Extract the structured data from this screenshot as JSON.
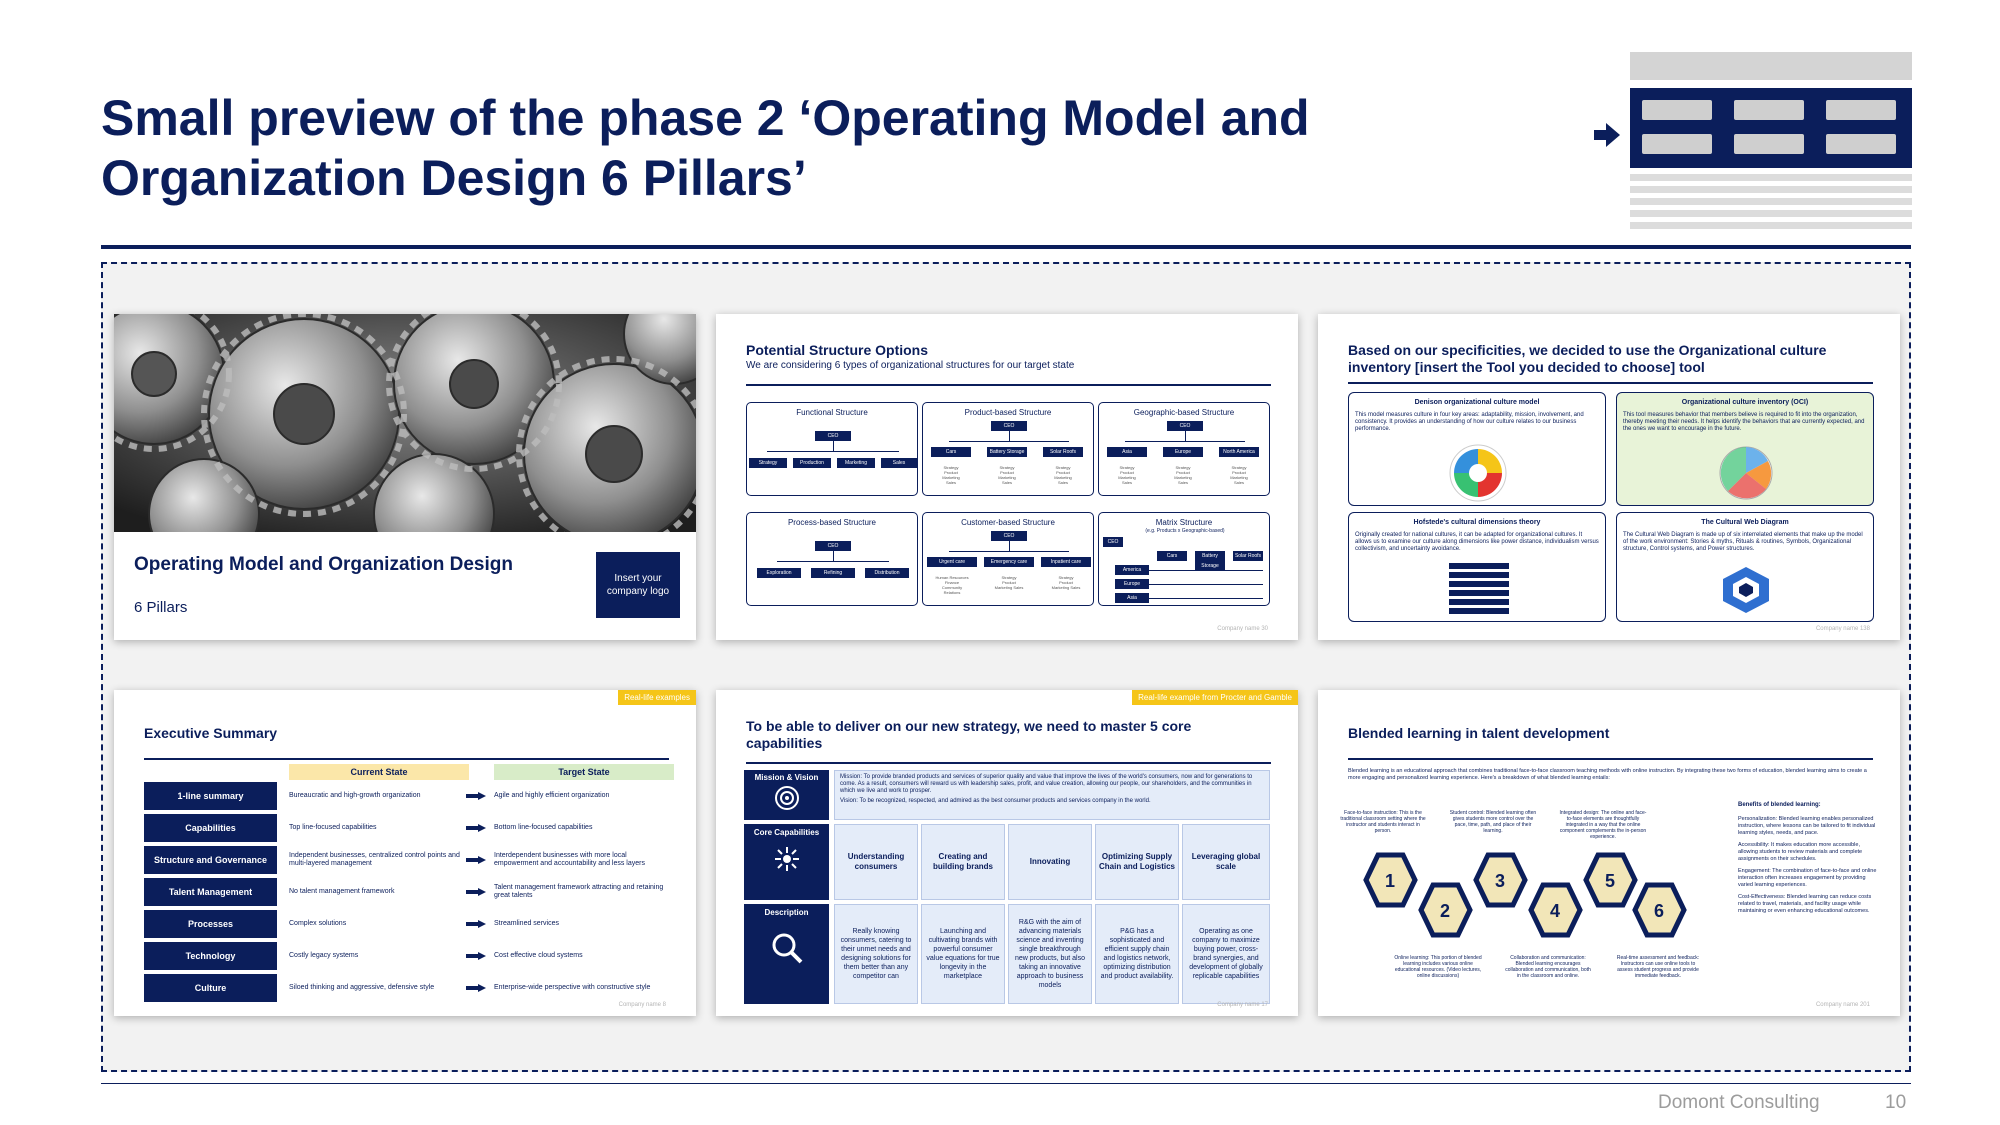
{
  "title": "Small preview of the phase 2 ‘Operating Model and Organization Design 6 Pillars’",
  "footer": {
    "company": "Domont Consulting",
    "page": "10"
  },
  "slides": {
    "s1": {
      "title": "Operating Model and Organization Design",
      "subtitle": "6 Pillars",
      "logo": "Insert your company logo"
    },
    "s2": {
      "title": "Potential Structure Options",
      "subtitle": "We are considering 6 types of organizational structures for our target state",
      "boxes": [
        "Functional Structure",
        "Product-based Structure",
        "Geographic-based Structure",
        "Process-based Structure",
        "Customer-based Structure",
        "Matrix Structure"
      ],
      "matrix_note": "(e.g. Products x Geographic-based)",
      "ceo": "CEO",
      "functional": [
        "Strategy",
        "Production",
        "Marketing",
        "Sales"
      ],
      "product": [
        "Cars",
        "Battery Storage",
        "Solar Roofs"
      ],
      "geo": [
        "Asia",
        "Europe",
        "North America"
      ],
      "process": [
        "Exploration",
        "Refining",
        "Distribution"
      ],
      "customer": [
        "Urgent care",
        "Emergency care",
        "Inpatient care"
      ],
      "matrix_cols": [
        "Cars",
        "Battery Storage",
        "Solar Roofs"
      ],
      "matrix_rows": [
        "America",
        "Europe",
        "Asia"
      ],
      "footer": "Company name    30"
    },
    "s3": {
      "title": "Based on our specificities, we decided to use the Organizational culture inventory [insert the Tool you decided to choose] tool",
      "boxes": [
        {
          "h": "Denison organizational culture model",
          "p": "This model measures culture in four key areas: adaptability, mission, involvement, and consistency. It provides an understanding of how our culture relates to our business performance."
        },
        {
          "h": "Organizational culture inventory (OCI)",
          "p": "This tool measures behavior that members believe is required to fit into the organization, thereby meeting their needs. It helps identify the behaviors that are currently expected, and the ones we want to encourage in the future."
        },
        {
          "h": "Hofstede's cultural dimensions theory",
          "p": "Originally created for national cultures, it can be adapted for organizational cultures. It allows us to examine our culture along dimensions like power distance, individualism versus collectivism, and uncertainty avoidance."
        },
        {
          "h": "The Cultural Web Diagram",
          "p": "The Cultural Web Diagram is made up of six interrelated elements that make up the model of the work environment: Stories & myths, Rituals & routines, Symbols, Organizational structure, Control systems, and Power structures."
        }
      ],
      "footer": "Company name    138"
    },
    "s4": {
      "tag": "Real-life examples",
      "title": "Executive Summary",
      "h_current": "Current State",
      "h_target": "Target State",
      "rows": [
        {
          "label": "1-line summary",
          "current": "Bureaucratic and high-growth organization",
          "target": "Agile and highly efficient organization"
        },
        {
          "label": "Capabilities",
          "current": "Top line-focused capabilities",
          "target": "Bottom line-focused capabilities"
        },
        {
          "label": "Structure and Governance",
          "current": "Independent businesses, centralized control points and multi-layered management",
          "target": "Interdependent businesses with more local empowerment and accountability and less layers"
        },
        {
          "label": "Talent Management",
          "current": "No talent management framework",
          "target": "Talent management framework attracting and retaining great talents"
        },
        {
          "label": "Processes",
          "current": "Complex solutions",
          "target": "Streamlined services"
        },
        {
          "label": "Technology",
          "current": "Costly legacy systems",
          "target": "Cost effective cloud systems"
        },
        {
          "label": "Culture",
          "current": "Siloed thinking and aggressive, defensive style",
          "target": "Enterprise-wide perspective with constructive style"
        }
      ],
      "footer": "Company name    8"
    },
    "s5": {
      "tag": "Real-life example from Procter and Gamble",
      "title": "To be able to deliver on our new strategy, we need to master 5 core capabilities",
      "lbl_mission": "Mission & Vision",
      "lbl_core": "Core Capabilities",
      "lbl_desc": "Description",
      "mission": "Mission: To provide branded products and services of superior quality and value that improve the lives of the world's consumers, now and for generations to come. As a result, consumers will reward us with leadership sales, profit, and value creation, allowing our people, our shareholders, and the communities in which we live and work to prosper.",
      "vision": "Vision: To be recognized, respected, and admired as the best consumer products and services company in the world.",
      "caps": [
        "Understanding consumers",
        "Creating and building brands",
        "Innovating",
        "Optimizing Supply Chain and Logistics",
        "Leveraging global scale"
      ],
      "descs": [
        "Really knowing consumers, catering to their unmet needs and designing solutions for them better than any competitor can",
        "Launching and cultivating brands with powerful consumer value equations for true longevity in the marketplace",
        "R&G with the aim of advancing materials science and inventing single breakthrough new products, but also taking an innovative approach to business models",
        "P&G has a sophisticated and efficient supply chain and logistics network, optimizing distribution and product availability.",
        "Operating as one company to maximize buying power, cross-brand synergies, and development of globally replicable capabilities"
      ],
      "footer": "Company name    17"
    },
    "s6": {
      "title": "Blended learning in talent development",
      "intro": "Blended learning is an educational approach that combines traditional face-to-face classroom teaching methods with online instruction. By integrating these two forms of education, blended learning aims to create a more engaging and personalized learning experience. Here's a breakdown of what blended learning entails:",
      "hex": [
        "1",
        "2",
        "3",
        "4",
        "5",
        "6"
      ],
      "top_notes": [
        "Face-to-face instruction: This is the traditional classroom setting where the instructor and students interact in person.",
        "Student control: Blended learning often gives students more control over the pace, time, path, and place of their learning.",
        "Integrated design: The online and face-to-face elements are thoughtfully integrated in a way that the online component complements the in-person experience."
      ],
      "bottom_notes": [
        "Online learning: This portion of blended learning includes various online educational resources. (Video lectures, online discussions)",
        "Collaboration and communication: Blended learning encourages collaboration and communication, both in the classroom and online.",
        "Real-time assessment and feedback: Instructors can use online tools to assess student progress and provide immediate feedback."
      ],
      "benefits_title": "Benefits of blended learning:",
      "benefits": [
        "Personalization: Blended learning enables personalized instruction, where lessons can be tailored to fit individual learning styles, needs, and pace.",
        "Accessibility: It makes education more accessible, allowing students to review materials and complete assignments on their schedules.",
        "Engagement: The combination of face-to-face and online interaction often increases engagement by providing varied learning experiences.",
        "Cost-Effectiveness: Blended learning can reduce costs related to travel, materials, and facility usage while maintaining or even enhancing educational outcomes."
      ],
      "footer": "Company name    201"
    }
  },
  "colors": {
    "navy": "#0b1e5b",
    "tag": "#f5c518",
    "current_hdr": "#fbe7a9",
    "target_hdr": "#d8ecc8"
  }
}
